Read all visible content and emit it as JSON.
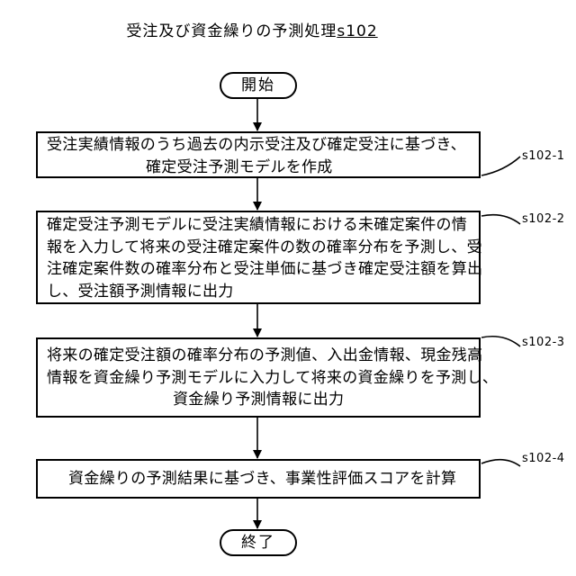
{
  "title": {
    "text": "受注及び資金繰りの予測処理",
    "ref": "s102"
  },
  "start": {
    "label": "開始"
  },
  "end": {
    "label": "終了"
  },
  "steps": [
    {
      "id": "s102-1",
      "lines": [
        "受注実績情報のうち過去の内示受注及び確定受注に基づき、",
        "確定受注予測モデルを作成"
      ]
    },
    {
      "id": "s102-2",
      "lines": [
        "確定受注予測モデルに受注実績情報における未確定案件の情",
        "報を入力して将来の受注確定案件の数の確率分布を予測し、受",
        "注確定案件数の確率分布と受注単価に基づき確定受注額を算出",
        "し、受注額予測情報に出力"
      ]
    },
    {
      "id": "s102-3",
      "lines": [
        "将来の確定受注額の確率分布の予測値、入出金情報、現金残高",
        "情報を資金繰り予測モデルに入力して将来の資金繰りを予測し、",
        "資金繰り予測情報に出力"
      ]
    },
    {
      "id": "s102-4",
      "lines": [
        "資金繰りの予測結果に基づき、事業性評価スコアを計算"
      ]
    }
  ]
}
